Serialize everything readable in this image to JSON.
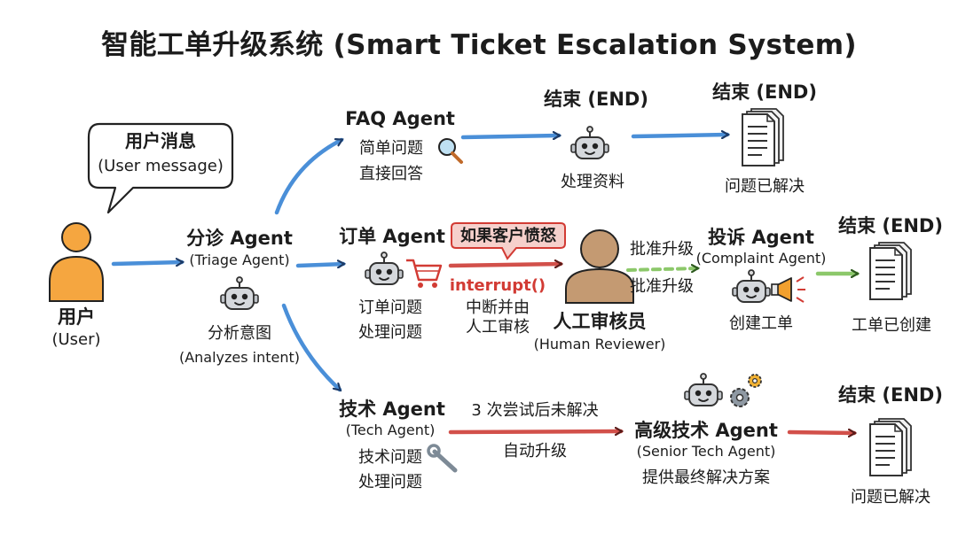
{
  "title": "智能工单升级系统 (Smart Ticket Escalation System)",
  "user": {
    "label": "用户",
    "sub": "(User)"
  },
  "bubble": {
    "label": "用户消息",
    "sub": "(User message)"
  },
  "triage": {
    "label": "分诊 Agent",
    "sub": "(Triage Agent)",
    "desc1": "分析意图",
    "desc2": "(Analyzes intent)"
  },
  "faq": {
    "label": "FAQ Agent",
    "desc1": "简单问题",
    "desc2": "直接回答"
  },
  "faq_end": {
    "label": "结束 (END)",
    "desc": "处理资料"
  },
  "faq_end2": {
    "label": "结束 (END)",
    "desc": "问题已解决"
  },
  "order": {
    "label": "订单 Agent",
    "desc1": "订单问题",
    "desc2": "处理问题"
  },
  "angry_note": "如果客户愤怒",
  "interrupt": {
    "code": "interrupt()",
    "desc1": "中断并由",
    "desc2": "人工审核"
  },
  "reviewer": {
    "label": "人工审核员",
    "sub": "(Human Reviewer)"
  },
  "approve1": "批准升级",
  "approve2": "批准升级",
  "complaint": {
    "label": "投诉 Agent",
    "sub": "(Complaint Agent)",
    "desc": "创建工单"
  },
  "complaint_end": {
    "label": "结束 (END)",
    "desc": "工单已创建"
  },
  "tech": {
    "label": "技术 Agent",
    "sub": "(Tech Agent)",
    "desc1": "技术问题",
    "desc2": "处理问题"
  },
  "retry_note": "3 次尝试后未解决",
  "auto_up": "自动升级",
  "senior": {
    "label": "高级技术 Agent",
    "sub": "(Senior Tech Agent)",
    "desc": "提供最终解决方案"
  },
  "tech_end": {
    "label": "结束 (END)",
    "desc": "问题已解决"
  },
  "colors": {
    "blue_arrow": "#4a8fd8",
    "red_arrow": "#d2504a",
    "green_arrow": "#8cc86a",
    "person": "#f5a640",
    "reviewer": "#c49a72",
    "note_fill": "#f6d0cc"
  }
}
